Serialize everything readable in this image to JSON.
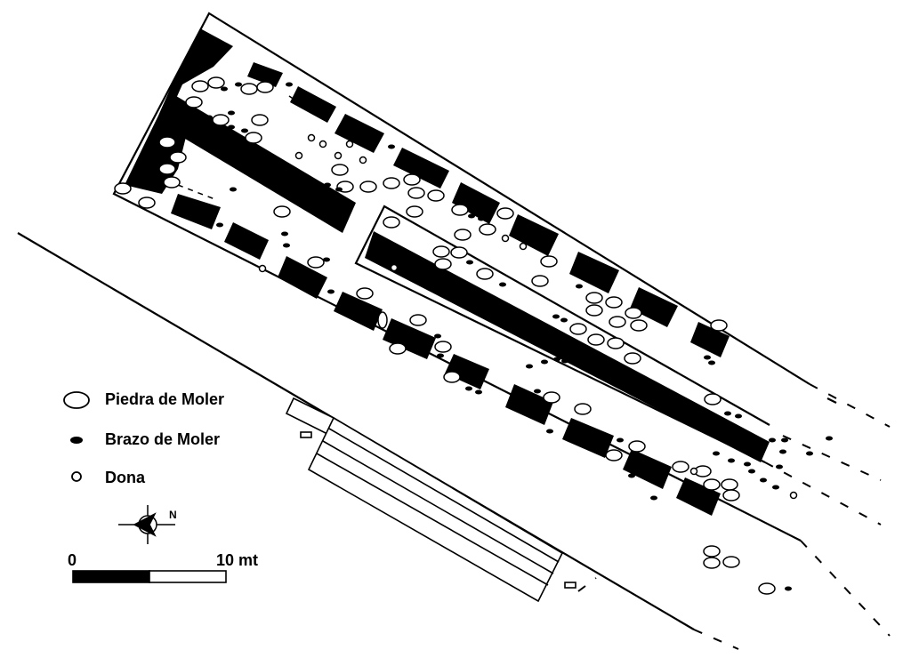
{
  "legend": {
    "items": [
      {
        "symbol": "large-ellipse-icon",
        "label": "Piedra de Moler"
      },
      {
        "symbol": "small-filled-ellipse-icon",
        "label": "Brazo de Moler"
      },
      {
        "symbol": "small-ring-icon",
        "label": "Dona"
      }
    ]
  },
  "north_arrow": {
    "label": "N"
  },
  "scale_bar": {
    "start_label": "0",
    "end_label": "10 mt"
  },
  "colors": {
    "ink": "#000000",
    "paper": "#ffffff"
  }
}
